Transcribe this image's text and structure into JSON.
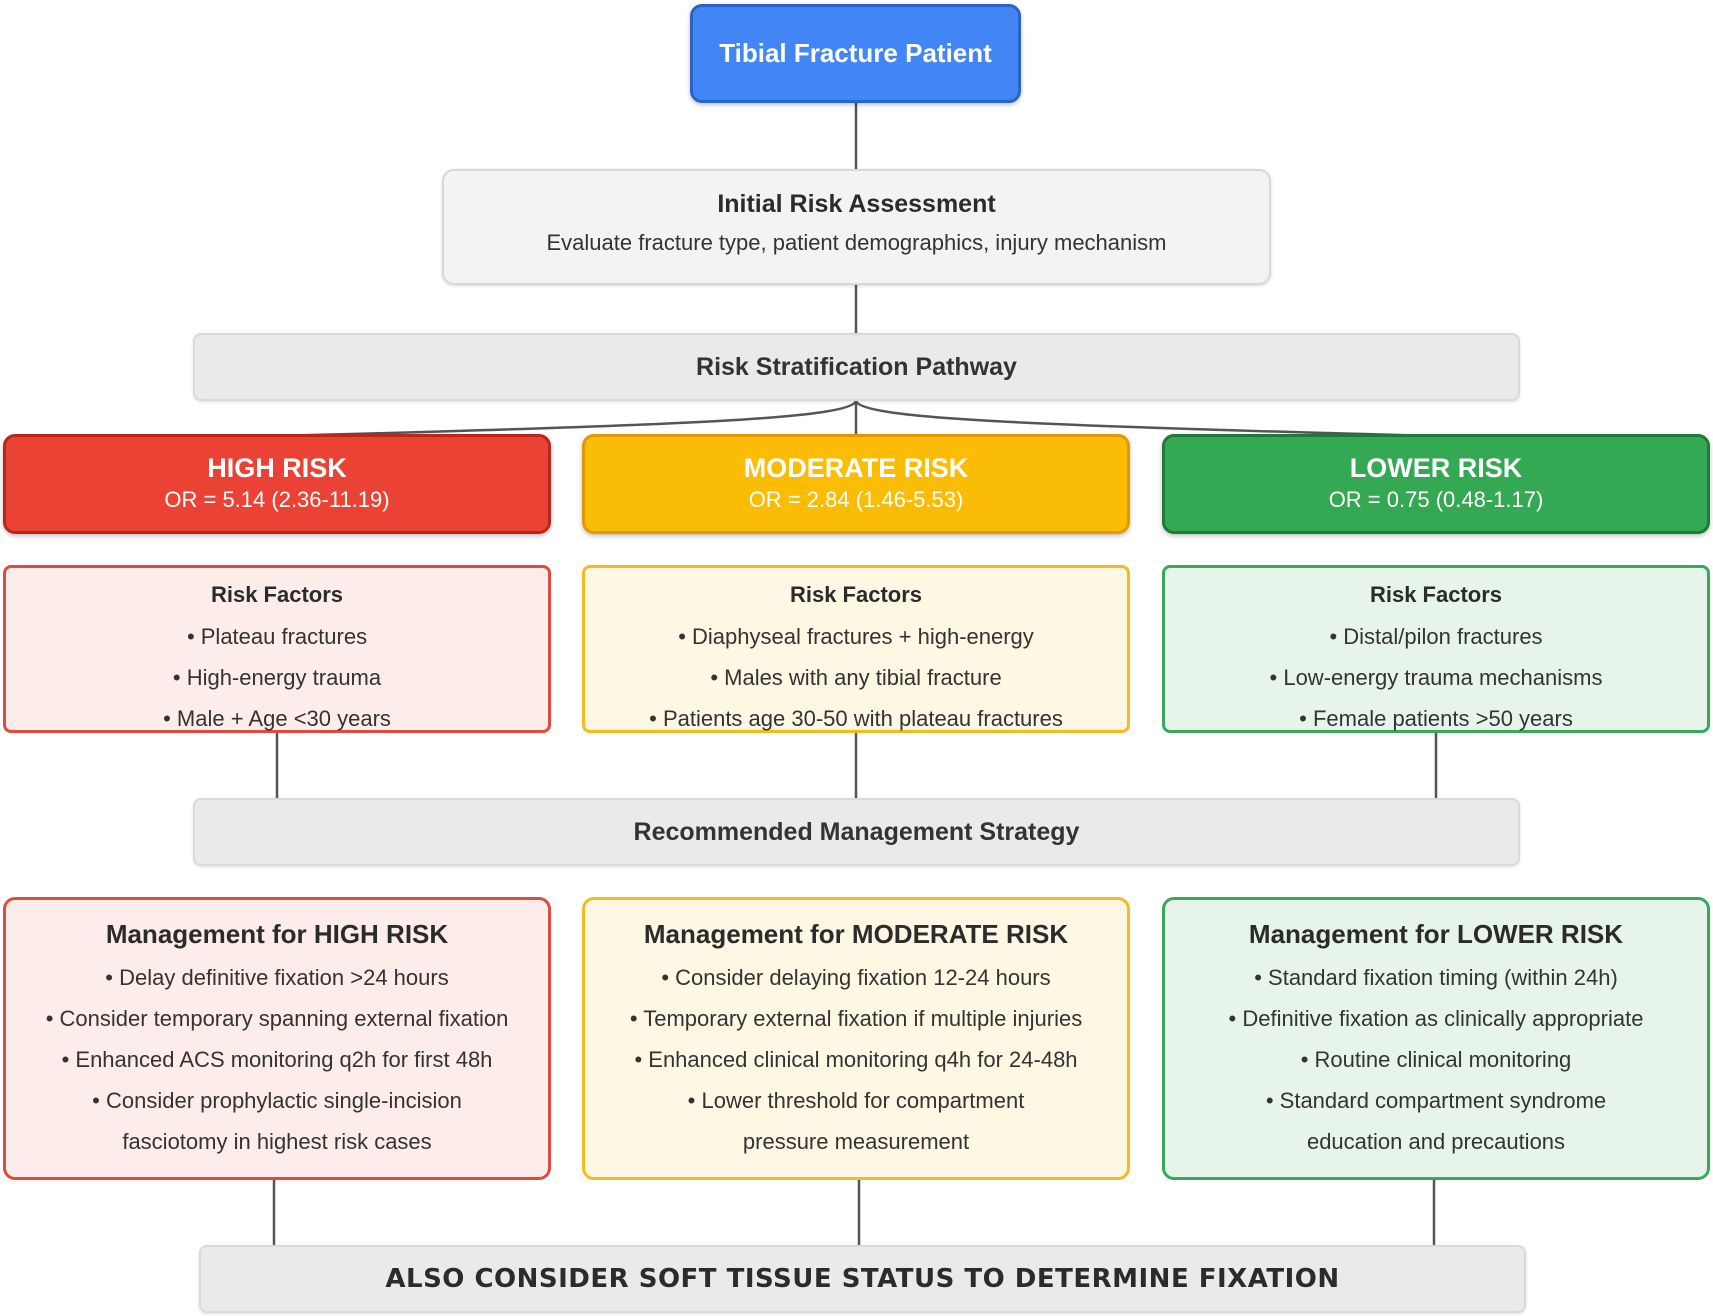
{
  "root": {
    "label": "Tibial Fracture Patient"
  },
  "assessment": {
    "title": "Initial Risk Assessment",
    "description": "Evaluate fracture type, patient demographics, injury mechanism"
  },
  "stratification": {
    "label": "Risk Stratification Pathway"
  },
  "risks": {
    "high": {
      "title": "HIGH RISK",
      "odds_ratio": "OR = 5.14 (2.36-11.19)",
      "factors_title": "Risk Factors",
      "factors": [
        "• Plateau fractures",
        "• High-energy trauma",
        "• Male + Age <30 years"
      ],
      "management_title": "Management for HIGH RISK",
      "management": [
        "• Delay definitive fixation >24 hours",
        "• Consider temporary spanning external fixation",
        "• Enhanced ACS monitoring q2h for first 48h",
        "• Consider prophylactic single-incision",
        "fasciotomy in highest risk cases"
      ]
    },
    "moderate": {
      "title": "MODERATE RISK",
      "odds_ratio": "OR = 2.84 (1.46-5.53)",
      "factors_title": "Risk Factors",
      "factors": [
        "• Diaphyseal fractures + high-energy",
        "• Males with any tibial fracture",
        "• Patients age 30-50 with plateau fractures"
      ],
      "management_title": "Management for MODERATE RISK",
      "management": [
        "• Consider delaying fixation 12-24 hours",
        "• Temporary external fixation if multiple injuries",
        "• Enhanced clinical monitoring q4h for 24-48h",
        "• Lower threshold for compartment",
        "pressure measurement"
      ]
    },
    "lower": {
      "title": "LOWER RISK",
      "odds_ratio": "OR = 0.75 (0.48-1.17)",
      "factors_title": "Risk Factors",
      "factors": [
        "• Distal/pilon fractures",
        "• Low-energy trauma mechanisms",
        "• Female patients >50 years"
      ],
      "management_title": "Management for LOWER RISK",
      "management": [
        "• Standard fixation timing (within 24h)",
        "• Definitive fixation as clinically appropriate",
        "• Routine clinical monitoring",
        "• Standard compartment syndrome",
        "education and precautions"
      ]
    }
  },
  "management_strategy": {
    "label": "Recommended Management Strategy"
  },
  "final_note": {
    "label": "ALSO CONSIDER SOFT TISSUE STATUS TO DETERMINE FIXATION"
  },
  "colors": {
    "root": "#4285f4",
    "high": "#ea4335",
    "moderate": "#fbbc05",
    "lower": "#34a853",
    "neutral": "#e9eaec"
  }
}
